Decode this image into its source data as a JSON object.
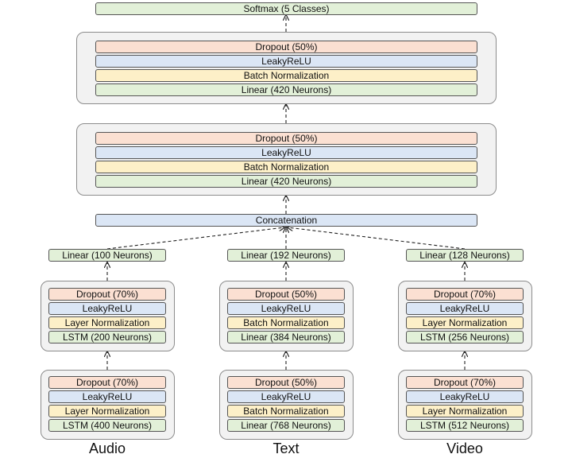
{
  "top": {
    "softmax": "Softmax (5 Classes)",
    "block2": {
      "dropout": "Dropout (50%)",
      "activation": "LeakyReLU",
      "norm": "Batch Normalization",
      "linear": "Linear (420 Neurons)"
    },
    "block1": {
      "dropout": "Dropout (50%)",
      "activation": "LeakyReLU",
      "norm": "Batch Normalization",
      "linear": "Linear (420 Neurons)"
    },
    "concat": "Concatenation"
  },
  "branches": {
    "audio": {
      "label": "Audio",
      "proj": "Linear (100 Neurons)",
      "upper": {
        "dropout": "Dropout (70%)",
        "activation": "LeakyReLU",
        "norm": "Layer Normalization",
        "base": "LSTM (200 Neurons)"
      },
      "lower": {
        "dropout": "Dropout (70%)",
        "activation": "LeakyReLU",
        "norm": "Layer Normalization",
        "base": "LSTM (400 Neurons)"
      }
    },
    "text": {
      "label": "Text",
      "proj": "Linear (192 Neurons)",
      "upper": {
        "dropout": "Dropout (50%)",
        "activation": "LeakyReLU",
        "norm": "Batch Normalization",
        "base": "Linear (384 Neurons)"
      },
      "lower": {
        "dropout": "Dropout (50%)",
        "activation": "LeakyReLU",
        "norm": "Batch Normalization",
        "base": "Linear (768 Neurons)"
      }
    },
    "video": {
      "label": "Video",
      "proj": "Linear (128 Neurons)",
      "upper": {
        "dropout": "Dropout (70%)",
        "activation": "LeakyReLU",
        "norm": "Layer Normalization",
        "base": "LSTM (256 Neurons)"
      },
      "lower": {
        "dropout": "Dropout (70%)",
        "activation": "LeakyReLU",
        "norm": "Layer Normalization",
        "base": "LSTM (512 Neurons)"
      }
    }
  },
  "colors": {
    "dropout": "#fbe0d2",
    "activation": "#dbe6f5",
    "normalization": "#fdf0c8",
    "linear": "#e2f0d8",
    "group": "#f2f2f2"
  }
}
